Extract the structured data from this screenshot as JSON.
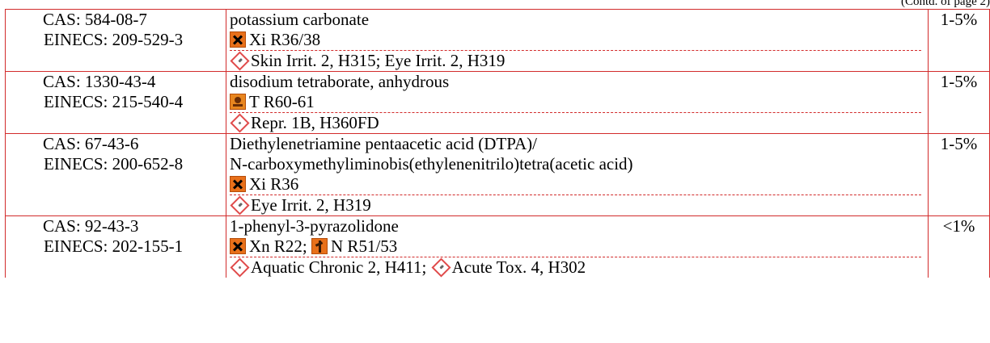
{
  "header": {
    "continued": "(Contd. of page 2)"
  },
  "rows": [
    {
      "cas": "CAS: 584-08-7",
      "einecs": "EINECS: 209-529-3",
      "name_lines": [
        "potassium carbonate"
      ],
      "old_symbols": [
        {
          "icon": "xi-irritant-icon",
          "text": "Xi R36/38"
        }
      ],
      "ghs": "Skin Irrit. 2, H315; Eye Irrit. 2, H319",
      "ghs_icon": "exclamation-mark-icon",
      "percent": "1-5%"
    },
    {
      "cas": "CAS: 1330-43-4",
      "einecs": "EINECS: 215-540-4",
      "name_lines": [
        "disodium tetraborate, anhydrous"
      ],
      "old_symbols": [
        {
          "icon": "t-toxic-icon",
          "text": "T R60-61"
        }
      ],
      "ghs": "Repr. 1B, H360FD",
      "ghs_icon": "health-hazard-icon",
      "percent": "1-5%"
    },
    {
      "cas": "CAS: 67-43-6",
      "einecs": "EINECS: 200-652-8",
      "name_lines": [
        "Diethylenetriamine pentaacetic acid (DTPA)/",
        "N-carboxymethyliminobis(ethylenenitrilo)tetra(acetic acid)"
      ],
      "old_symbols": [
        {
          "icon": "xi-irritant-icon",
          "text": "Xi R36"
        }
      ],
      "ghs": "Eye Irrit. 2, H319",
      "ghs_icon": "exclamation-mark-icon",
      "percent": "1-5%"
    },
    {
      "cas": "CAS: 92-43-3",
      "einecs": "EINECS: 202-155-1",
      "name_lines": [
        "1-phenyl-3-pyrazolidone"
      ],
      "old_symbols": [
        {
          "icon": "xn-harmful-icon",
          "text": "Xn R22;"
        },
        {
          "icon": "n-environment-icon",
          "text": "N R51/53"
        }
      ],
      "ghs_parts": [
        {
          "icon": "environment-icon",
          "text": "Aquatic Chronic 2, H411;"
        },
        {
          "icon": "exclamation-mark-icon",
          "text": "Acute Tox. 4, H302"
        }
      ],
      "percent": "<1%"
    }
  ]
}
